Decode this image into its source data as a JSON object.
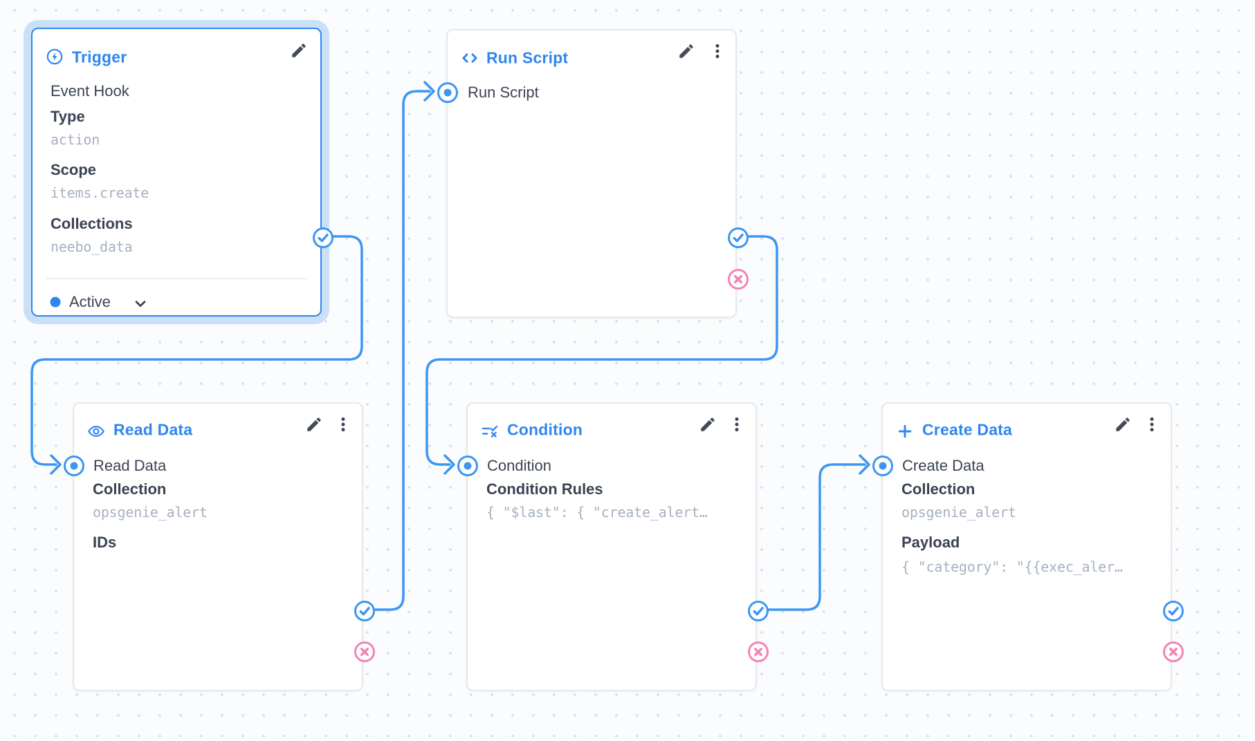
{
  "app": "flow-editor-canvas",
  "colors": {
    "accent_blue": "#2e86f0",
    "wire_blue": "#3b96f3",
    "reject_pink": "#f383b4",
    "node_border": "#e5e8ec",
    "label_dark": "#3a4252",
    "value_gray": "#a6b1c2",
    "selected_glow": "#cadff8"
  },
  "trigger": {
    "title": "Trigger",
    "subtitle": "Event Hook",
    "fields": [
      {
        "label": "Type",
        "value": "action"
      },
      {
        "label": "Scope",
        "value": "items.create"
      },
      {
        "label": "Collections",
        "value": "neebo_data"
      }
    ],
    "status": "Active"
  },
  "run_script": {
    "title": "Run Script",
    "name": "Run Script"
  },
  "read_data": {
    "title": "Read Data",
    "name": "Read Data",
    "fields": [
      {
        "label": "Collection",
        "value": "opsgenie_alert"
      },
      {
        "label": "IDs",
        "value": ""
      }
    ]
  },
  "condition": {
    "title": "Condition",
    "name": "Condition",
    "fields": [
      {
        "label": "Condition Rules",
        "value": "{ \"$last\": { \"create_alert…"
      }
    ]
  },
  "create_data": {
    "title": "Create Data",
    "name": "Create Data",
    "fields": [
      {
        "label": "Collection",
        "value": "opsgenie_alert"
      },
      {
        "label": "Payload",
        "value": "{ \"category\": \"{{exec_aler…"
      }
    ]
  }
}
